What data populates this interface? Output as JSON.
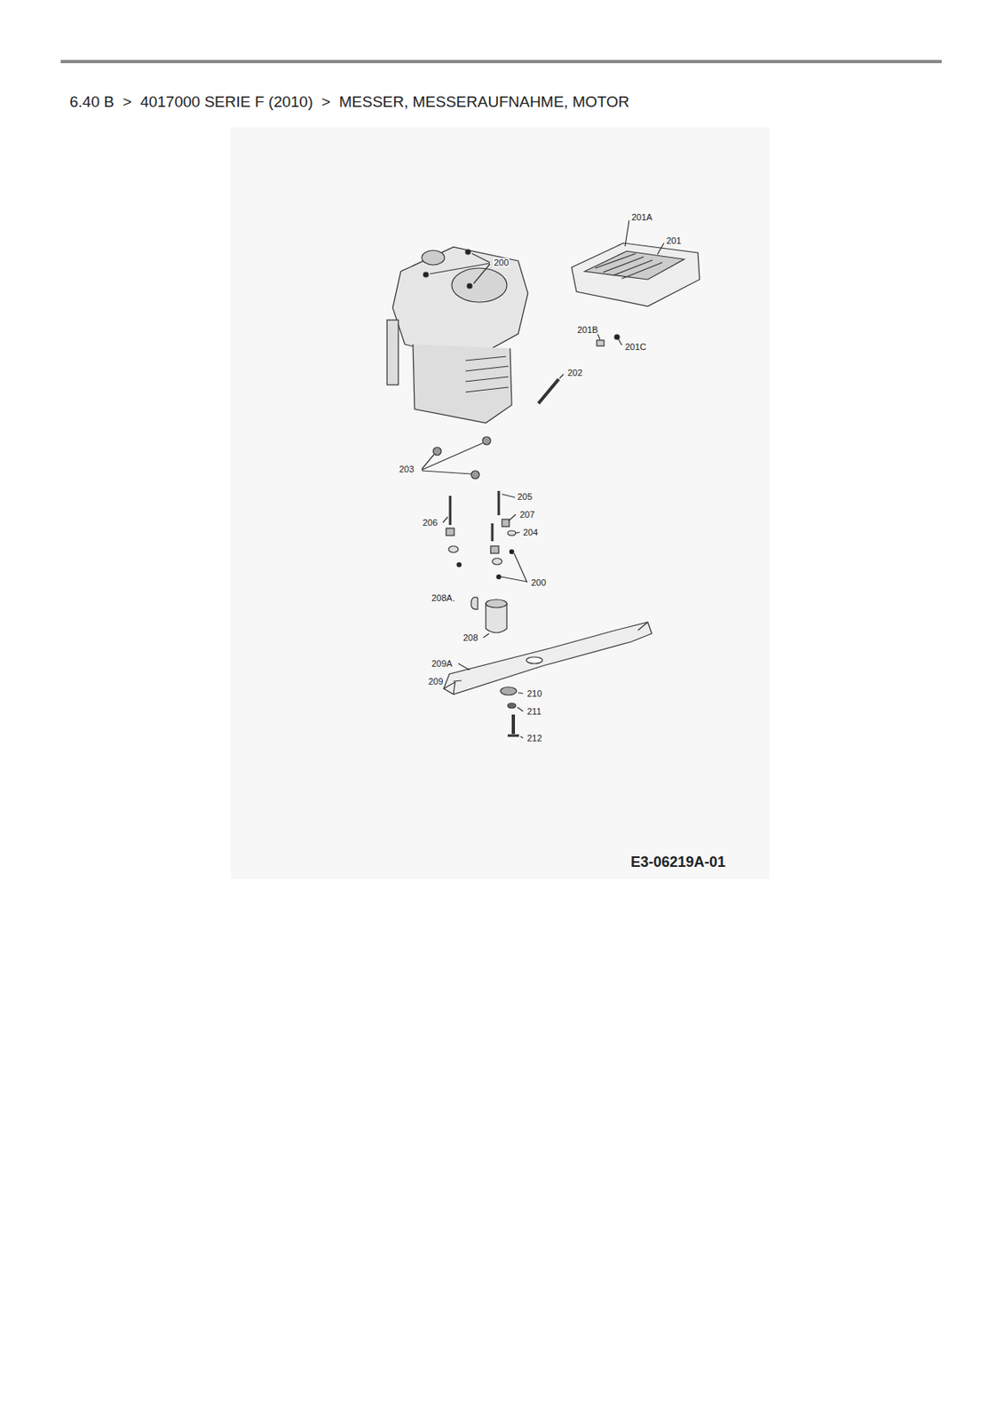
{
  "diagram": {
    "title": "6.40 B  >  4017000 SERIE F (2010)  >  MESSER, MESSERAUFNAHME, MOTOR",
    "labels": [
      "201A",
      "201",
      "200",
      "201B",
      "201C",
      "202",
      "203",
      "205",
      "207",
      "206",
      "204",
      "200",
      "208A",
      "208",
      "209A",
      "209",
      "210",
      "211",
      "212",
      "E3-06219A-01"
    ]
  }
}
